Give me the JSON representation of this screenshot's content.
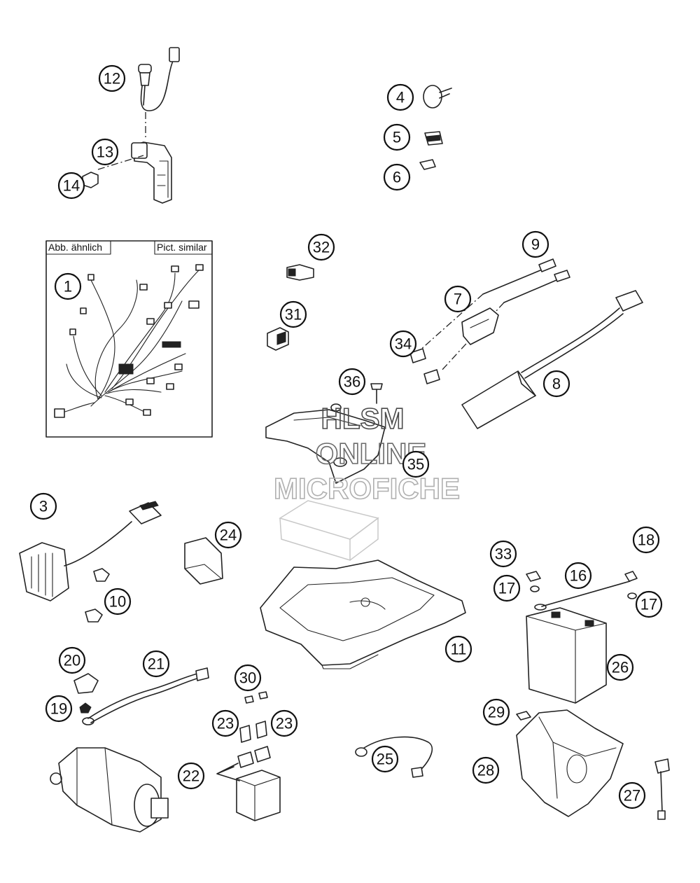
{
  "legend_box": {
    "label_de": "Abb. ähnlich",
    "label_en": "Pict. similar"
  },
  "watermark": {
    "line1": "HLSM",
    "line2": "ONLINE",
    "line3": "MICROFICHE"
  },
  "callouts": [
    "1",
    "3",
    "4",
    "5",
    "6",
    "7",
    "8",
    "9",
    "10",
    "11",
    "12",
    "13",
    "14",
    "16",
    "17",
    "17",
    "18",
    "19",
    "20",
    "21",
    "22",
    "23",
    "23",
    "24",
    "25",
    "26",
    "27",
    "28",
    "29",
    "30",
    "31",
    "32",
    "33",
    "34",
    "35",
    "36"
  ],
  "colors": {
    "line": "#222222",
    "watermark_dark": "#4a4a4a",
    "watermark_light": "#b0b0b0"
  }
}
